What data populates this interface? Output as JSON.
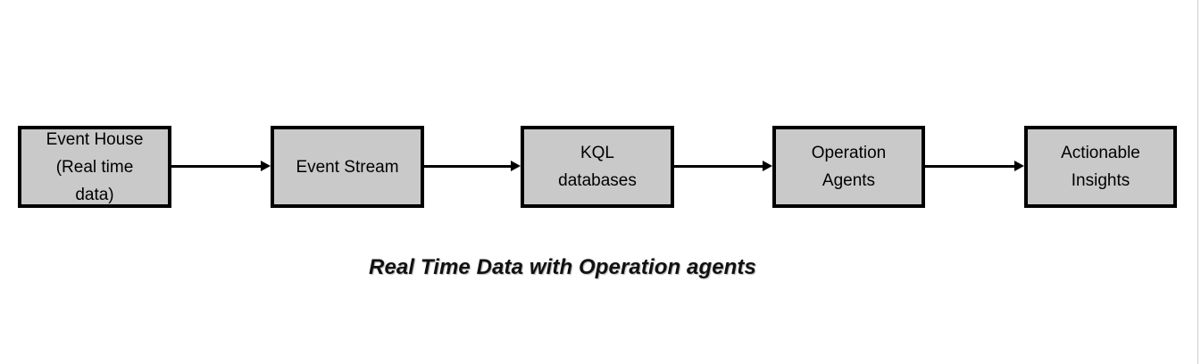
{
  "diagram": {
    "type": "flow",
    "caption": "Real Time Data with Operation agents",
    "colors": {
      "node_fill": "#c9c9c9",
      "node_border": "#000000",
      "arrow": "#000000",
      "text": "#000000",
      "page_edge": "#cfcfcf",
      "background": "#ffffff"
    },
    "nodes": [
      {
        "id": "event-house",
        "label": "Event House\n(Real time\ndata)"
      },
      {
        "id": "event-stream",
        "label": "Event Stream"
      },
      {
        "id": "kql-databases",
        "label": "KQL\ndatabases"
      },
      {
        "id": "operation-agents",
        "label": "Operation\nAgents"
      },
      {
        "id": "actionable-insights",
        "label": "Actionable\nInsights"
      }
    ],
    "edges": [
      {
        "from": "event-house",
        "to": "event-stream",
        "style": "arrow"
      },
      {
        "from": "event-stream",
        "to": "kql-databases",
        "style": "arrow"
      },
      {
        "from": "kql-databases",
        "to": "operation-agents",
        "style": "arrow"
      },
      {
        "from": "operation-agents",
        "to": "actionable-insights",
        "style": "arrow"
      }
    ]
  }
}
